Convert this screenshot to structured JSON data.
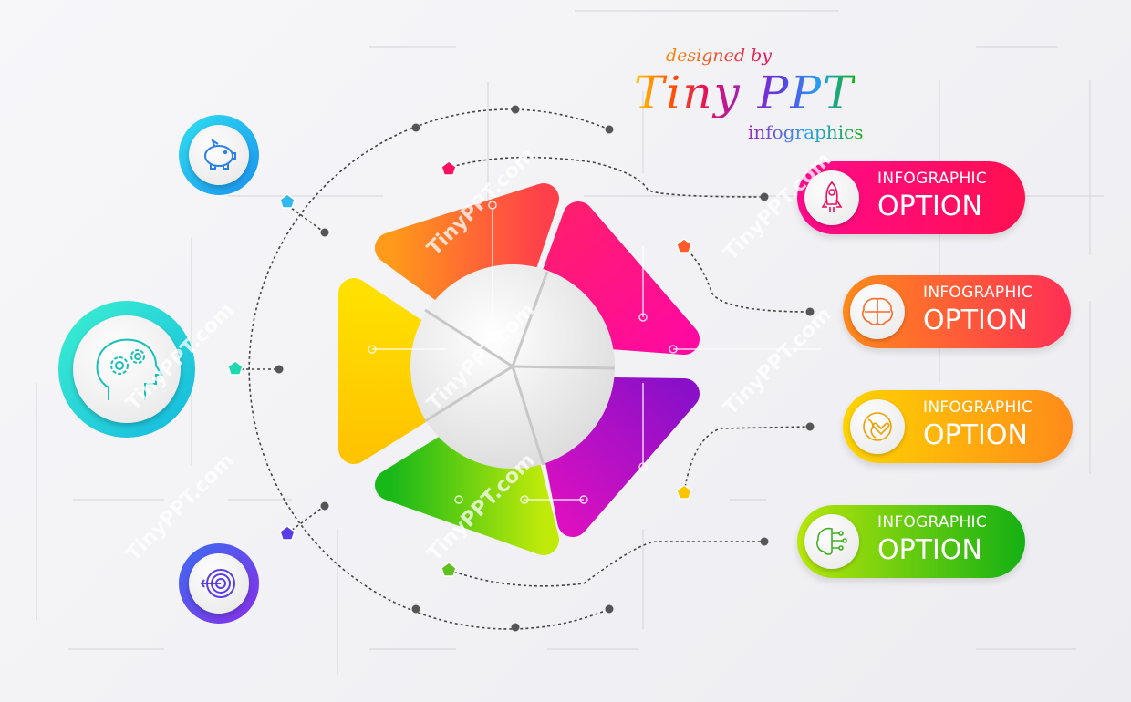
{
  "logo": {
    "designed_by": "designed by",
    "brand": "Tiny PPT",
    "subtitle": "infographics"
  },
  "watermark": "TinyPPT.com",
  "options": [
    {
      "line1": "INFOGRAPHIC",
      "line2": "OPTION",
      "icon": "rocket-icon",
      "color_from": "#ff0a8c",
      "color_to": "#ff1050"
    },
    {
      "line1": "INFOGRAPHIC",
      "line2": "OPTION",
      "icon": "brain-puzzle-icon",
      "color_from": "#ff8a1a",
      "color_to": "#ff2f55"
    },
    {
      "line1": "INFOGRAPHIC",
      "line2": "OPTION",
      "icon": "globe-heart-icon",
      "color_from": "#ffd400",
      "color_to": "#ff8a1a"
    },
    {
      "line1": "INFOGRAPHIC",
      "line2": "OPTION",
      "icon": "brain-circuit-icon",
      "color_from": "#b8e60a",
      "color_to": "#14b014"
    }
  ],
  "left_icons": [
    {
      "icon": "piggy-bank-icon",
      "color": "#1fb6f0"
    },
    {
      "icon": "head-gears-icon",
      "color": "#1ed8c0"
    },
    {
      "icon": "target-arrow-icon",
      "color": "#5b3de8"
    }
  ],
  "petal_colors": {
    "orange": [
      "#ff9a1a",
      "#ff3f4a"
    ],
    "pink": [
      "#ff1f7a",
      "#ff0aa0"
    ],
    "purple": [
      "#a010d0",
      "#e010c0"
    ],
    "green": [
      "#18b818",
      "#b8e80a"
    ],
    "yellow": [
      "#ffdd00",
      "#ffc400"
    ]
  }
}
